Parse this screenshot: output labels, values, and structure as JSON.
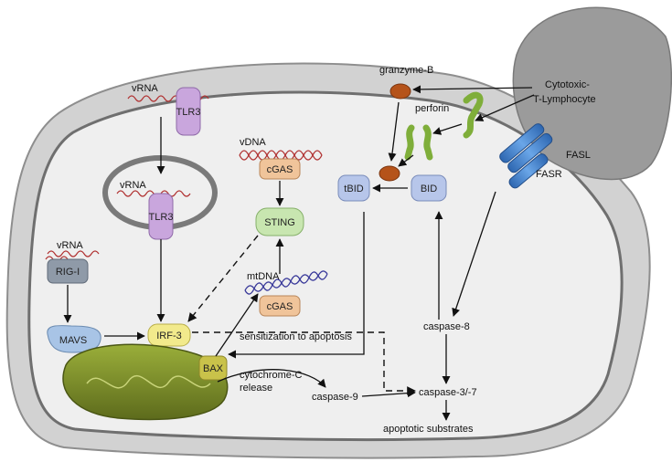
{
  "labels": {
    "vrna_tlr3": "vRNA",
    "tlr3_top": "TLR3",
    "vrna_endosome": "vRNA",
    "tlr3_endosome": "TLR3",
    "vrna_rig": "vRNA",
    "rig_i": "RIG-I",
    "mavs": "MAVS",
    "irf3": "IRF-3",
    "vdna": "vDNA",
    "cgas_top": "cGAS",
    "sting": "STING",
    "mtdna": "mtDNA",
    "cgas_bottom": "cGAS",
    "bax": "BAX",
    "cytochrome_1": "cytochrome-C",
    "cytochrome_2": "release",
    "sensitization": "sensitization to apoptosis",
    "caspase9": "caspase-9",
    "caspase37": "caspase-3/-7",
    "apoptotic": "apoptotic substrates",
    "caspase8": "caspase-8",
    "tbid": "tBID",
    "bid": "BID",
    "granzyme": "granzyme-B",
    "perforin": "perforin",
    "ctl_1": "Cytotoxic-",
    "ctl_2": "T-Lymphocyte",
    "fasl": "FASL",
    "fasr": "FASR"
  },
  "colors": {
    "cell_membrane": "#c9c9c9",
    "cytoplasm": "#efefef",
    "ctl_body": "#9b9b9b",
    "tlr3": "#c9a6dd",
    "rig_i": "#8f9aa8",
    "mavs": "#a8c4e6",
    "irf3": "#f2ea8c",
    "cgas": "#f0c49a",
    "sting": "#c8e6b0",
    "bid": "#b7c6ea",
    "bax": "#c9c24a",
    "mitochondrion": "#7f8f2a",
    "granzyme": "#b5531a",
    "perforin": "#7fae3a",
    "fas": "#3f7fc8",
    "vrna_strand": "#b03030",
    "dna_strand": "#3a3a9a"
  }
}
